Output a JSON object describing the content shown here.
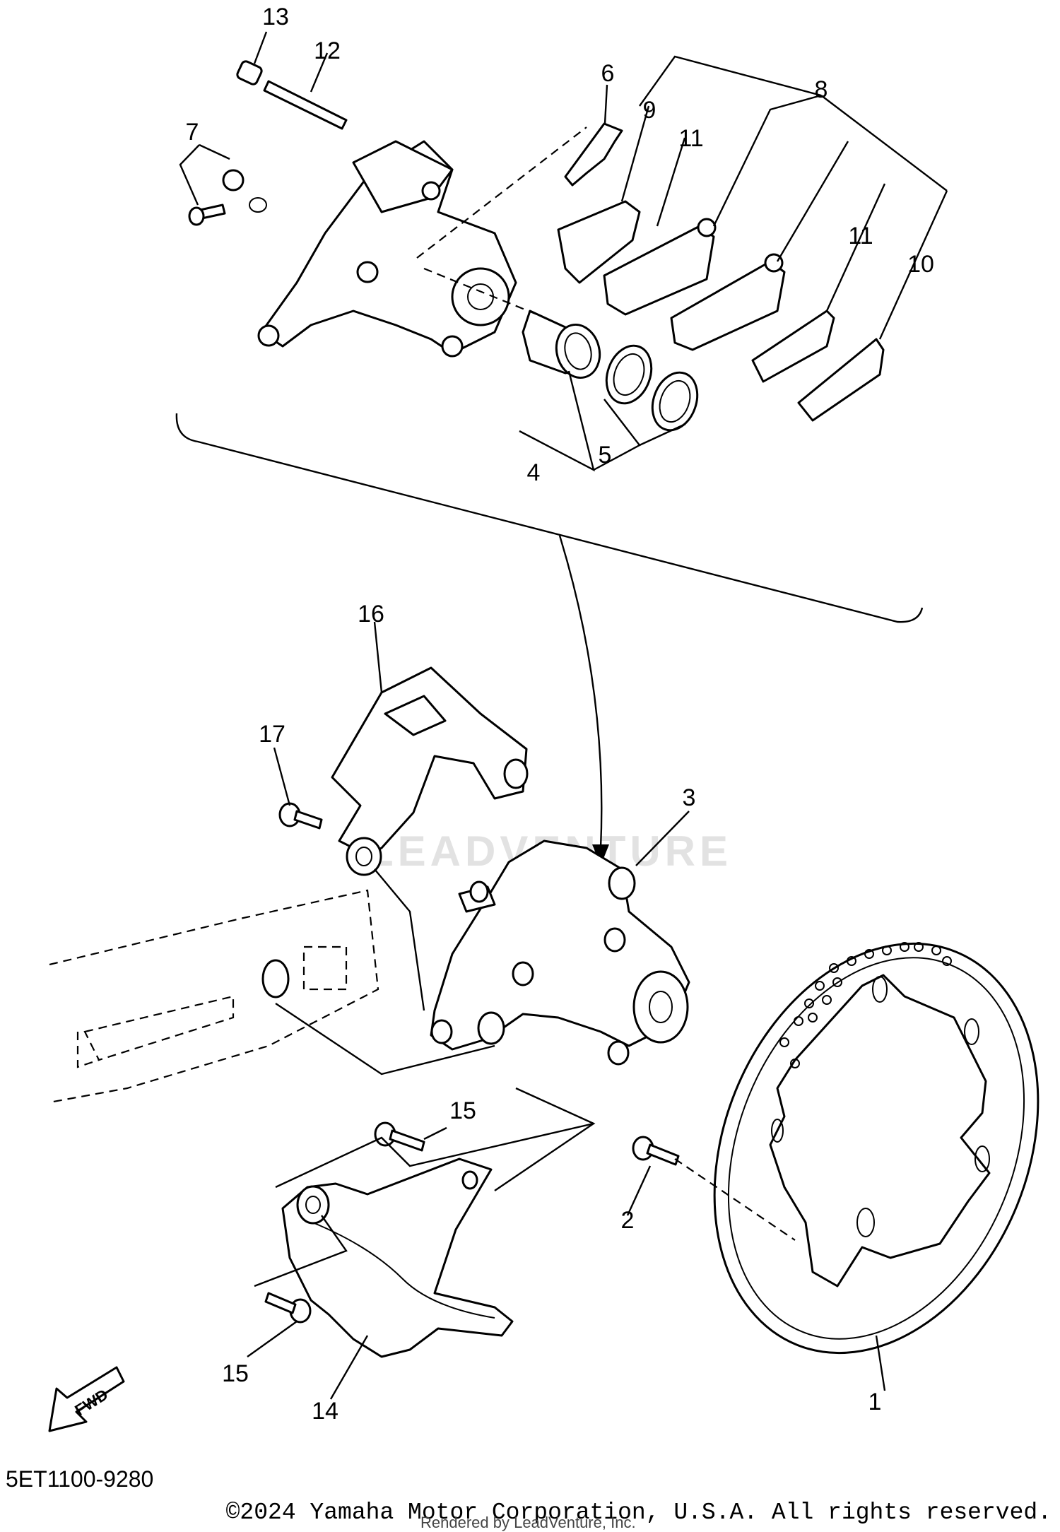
{
  "diagram": {
    "callouts": [
      "1",
      "2",
      "3",
      "4",
      "5",
      "6",
      "7",
      "8",
      "9",
      "10",
      "11",
      "11",
      "12",
      "13",
      "14",
      "15",
      "15",
      "16",
      "17"
    ],
    "fwd_label": "FWD",
    "watermark": "LEADVENTURE",
    "diagram_code": "5ET1100-9280",
    "copyright": "©2024 Yamaha Motor Corporation, U.S.A. All rights reserved.",
    "rendered_by": "Rendered by LeadVenture, Inc."
  }
}
